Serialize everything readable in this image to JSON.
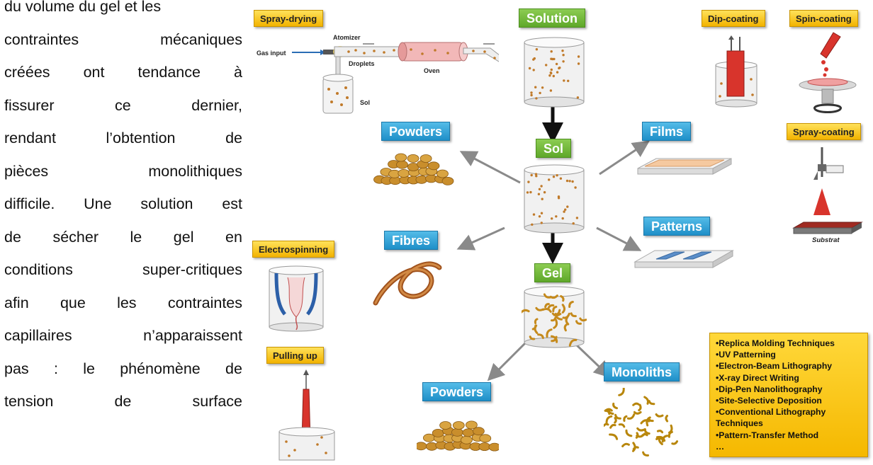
{
  "paragraph": {
    "lines": [
      "du volume du gel et les",
      "contraintes mécaniques",
      "créées ont tendance à",
      "fissurer ce dernier,",
      "rendant l’obtention de",
      "pièces monolithiques",
      "difficile. Une solution est",
      "de sécher le gel en",
      "conditions super-critiques",
      "afin que les contraintes",
      "capillaires n’apparaissent",
      "pas : le phénomène de",
      "tension de surface"
    ]
  },
  "diagram": {
    "states": {
      "solution": "Solution",
      "sol": "Sol",
      "gel": "Gel"
    },
    "products": {
      "powders_top": "Powders",
      "fibres": "Fibres",
      "films": "Films",
      "patterns": "Patterns",
      "powders_bottom": "Powders",
      "monoliths": "Monoliths"
    },
    "processes": {
      "spray_drying": "Spray-drying",
      "dip_coating": "Dip-coating",
      "spin_coating": "Spin-coating",
      "spray_coating": "Spray-coating",
      "electrospinning": "Electrospinning",
      "pulling_up": "Pulling up"
    },
    "spray_drying_labels": {
      "gas_input": "Gas input",
      "atomizer": "Atomizer",
      "droplets": "Droplets",
      "oven": "Oven",
      "sol": "Sol"
    },
    "substrat_label": "Substrat",
    "patterning_techniques": [
      "•Replica Molding Techniques",
      "•UV Patterning",
      "•Electron-Beam Lithography",
      "•X-ray Direct Writing",
      "•Dip-Pen Nanolithography",
      "•Site-Selective Deposition",
      "•Conventional Lithography",
      "Techniques",
      "•Pattern-Transfer Method",
      "…"
    ]
  },
  "colors": {
    "state_green": "#6fb83a",
    "product_blue": "#2a9ad4",
    "process_gold": "#f5c000",
    "sol_dot": "#b5651d",
    "arrow_gray": "#8a8a8a"
  }
}
